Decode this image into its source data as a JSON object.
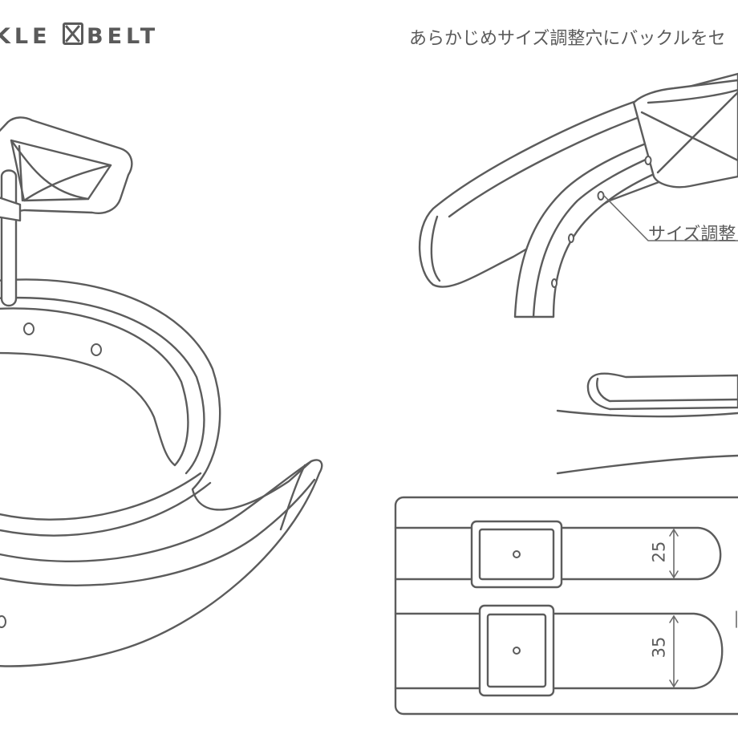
{
  "brand": {
    "text": "KLE",
    "text_after": "BELT"
  },
  "instruction": "あらかじめサイズ調整穴にバックルをセ",
  "callout": {
    "hole_label": "サイズ調整"
  },
  "widths": {
    "small": "25",
    "large": "35"
  },
  "colors": {
    "line": "#5c5c5c",
    "background": "#ffffff"
  }
}
